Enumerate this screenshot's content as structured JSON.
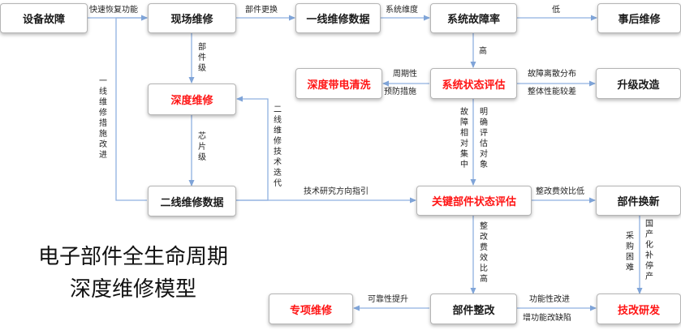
{
  "title": {
    "line1": "电子部件全生命周期",
    "line2": "深度维修模型"
  },
  "nodes": {
    "equipment_fault": "设备故障",
    "field_maintenance": "现场维修",
    "first_line_data": "一线维修数据",
    "system_fault_rate": "系统故障率",
    "post_maintenance": "事后维修",
    "deep_maintenance": "深度维修",
    "deep_live_cleaning": "深度带电清洗",
    "system_state_eval": "系统状态评估",
    "upgrade_retrofit": "升级改造",
    "second_line_data": "二线维修数据",
    "key_component_eval": "关键部件状态评估",
    "component_replace": "部件换新",
    "special_maintenance": "专项维修",
    "component_rectify": "部件整改",
    "tech_research": "技改研发"
  },
  "edges": {
    "quick_restore": "快速恢复功能",
    "component_replace": "部件更换",
    "system_dimension": "系统维度",
    "low": "低",
    "high": "高",
    "component_level": "部件级",
    "chip_level": "芯片级",
    "first_line_measures": "一线维修措施改进",
    "second_line_iteration": "二线维修技术迭代",
    "periodic": "周期性",
    "preventive": "预防措施",
    "fault_dispersion": "故障离散分布",
    "overall_performance": "整体性能较差",
    "fault_concentrated": "故障相对集中",
    "clear_target": "明确评估对象",
    "tech_direction": "技术研究方向指引",
    "cost_low": "整改费效比低",
    "cost_high": "整改费效比高",
    "reliability_up": "可靠性提升",
    "function_improve": "功能性改进",
    "add_function": "增功能改缺陷",
    "purchase_hard": "采购困难",
    "domestic_sub": "国产化补停产"
  }
}
